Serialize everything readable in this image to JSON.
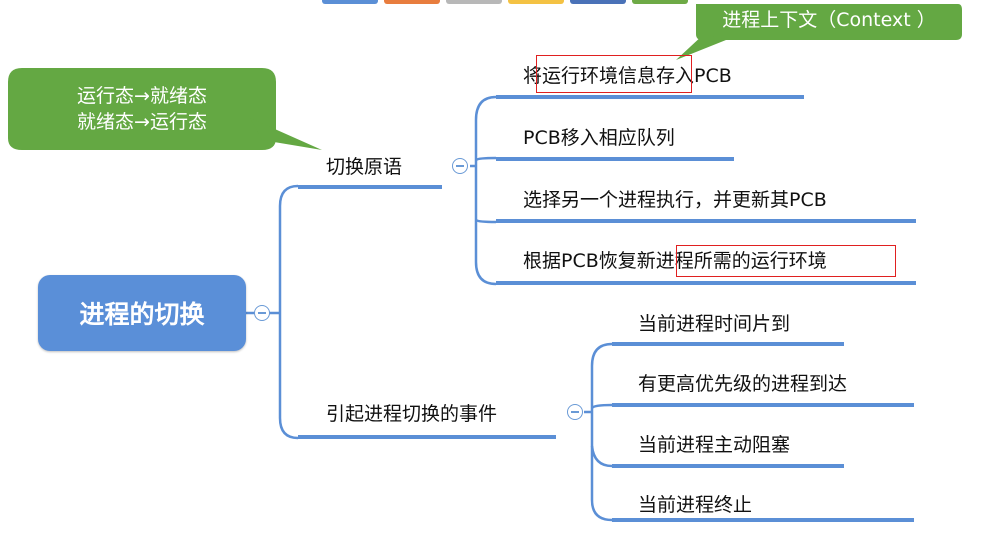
{
  "palette": [
    "#5b8fd6",
    "#e87d3e",
    "#b8b8b8",
    "#f4c243",
    "#4a72b8",
    "#6eaa46"
  ],
  "root": {
    "label": "进程的切换",
    "color": "#5a8fd8"
  },
  "branches": [
    {
      "label": "切换原语",
      "children": [
        "将运行环境信息存入PCB",
        "PCB移入相应队列",
        "选择另一个进程执行，并更新其PCB",
        "根据PCB恢复新进程所需的运行环境"
      ]
    },
    {
      "label": "引起进程切换的事件",
      "children": [
        "当前进程时间片到",
        "有更高优先级的进程到达",
        "当前进程主动阻塞",
        "当前进程终止"
      ]
    }
  ],
  "callouts": {
    "states": {
      "line1": "运行态→就绪态",
      "line2": "就绪态→运行态",
      "color": "#64a843"
    },
    "context": {
      "text": "进程上下文（Context ）",
      "color": "#64a843"
    }
  },
  "highlight_color": "#e02020"
}
